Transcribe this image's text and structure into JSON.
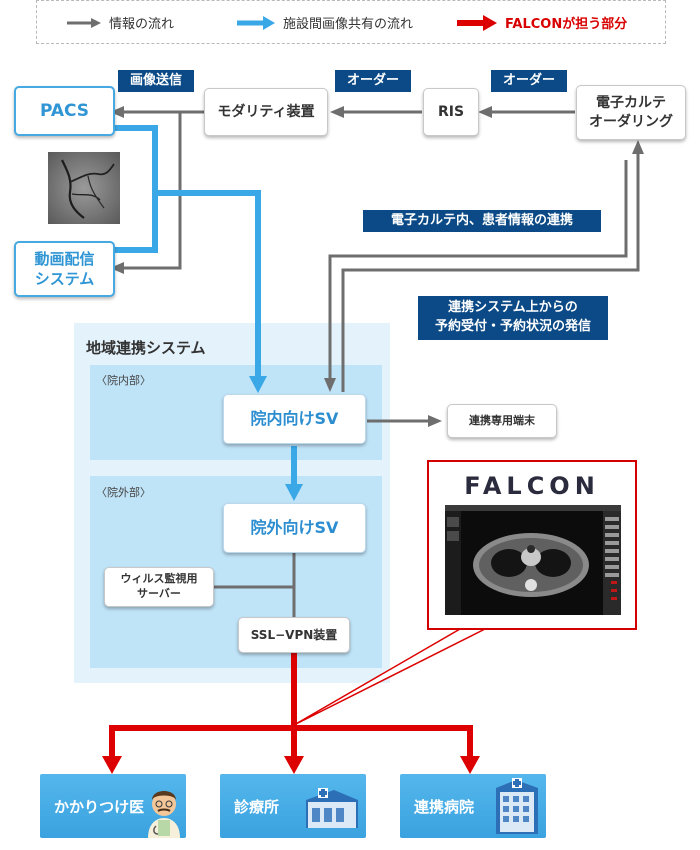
{
  "legend": [
    {
      "label": "情報の流れ",
      "color": "#6e6e6e"
    },
    {
      "label": "施設間画像共有の流れ",
      "color": "#3aa7e6"
    },
    {
      "label": "FALCONが担う部分",
      "color": "#dd0000"
    }
  ],
  "nodes": {
    "pacs": "PACS",
    "video": {
      "line1": "動画配信",
      "line2": "システム"
    },
    "modality": "モダリティ装置",
    "ris": "RIS",
    "emr": {
      "line1": "電子カルテ",
      "line2": "オーダリング"
    },
    "in_sv": "院内向けSV",
    "out_sv": "院外向けSV",
    "terminal": "連携専用端末",
    "virus": {
      "line1": "ウィルス監視用",
      "line2": "サーバー"
    },
    "vpn": "SSL−VPN装置"
  },
  "tags": {
    "image_send": "画像送信",
    "order1": "オーダー",
    "order2": "オーダー",
    "patient_link": "電子カルテ内、患者情報の連携",
    "reservation": {
      "line1": "連携システム上からの",
      "line2": "予約受付・予約状況の発信"
    }
  },
  "region": {
    "title": "地域連携システム",
    "inner": "〈院内部〉",
    "outer": "〈院外部〉"
  },
  "falcon": {
    "logo": "FALCON"
  },
  "destinations": [
    "かかりつけ医",
    "診療所",
    "連携病院"
  ],
  "colors": {
    "gray": "#6e6e6e",
    "blue": "#3aa7e6",
    "red": "#dd0000",
    "navy": "#0b4a86"
  }
}
